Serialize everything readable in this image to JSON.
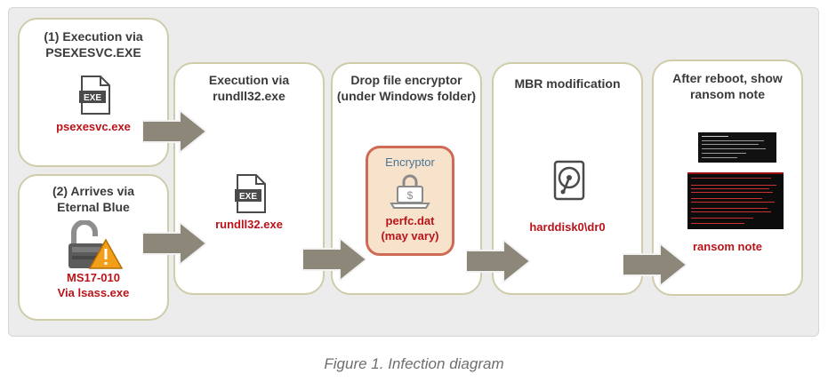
{
  "panels": {
    "p1": {
      "title": "(1) Execution via\nPSEXESVC.EXE",
      "label": "psexesvc.exe",
      "icon_text": "EXE"
    },
    "p2": {
      "title": "(2) Arrives via\nEternal Blue",
      "label": "MS17-010\nVia lsass.exe"
    },
    "p3": {
      "title": "Execution via\nrundll32.exe",
      "label": "rundll32.exe",
      "icon_text": "EXE"
    },
    "p4": {
      "title": "Drop file encryptor\n(under Windows folder)",
      "box_title": "Encryptor",
      "label": "perfc.dat\n(may vary)"
    },
    "p5": {
      "title": "MBR modification",
      "label": "harddisk0\\dr0"
    },
    "p6": {
      "title": "After reboot, show\nransom note",
      "label": "ransom note"
    }
  },
  "caption": "Figure 1. Infection diagram",
  "colors": {
    "panel_border": "#cfccaa",
    "label_red": "#b8141a",
    "arrow": "#8d877a",
    "encryptor_fill": "#f7e3cc",
    "encryptor_border": "#cf6b55",
    "encryptor_title": "#4a7595"
  }
}
